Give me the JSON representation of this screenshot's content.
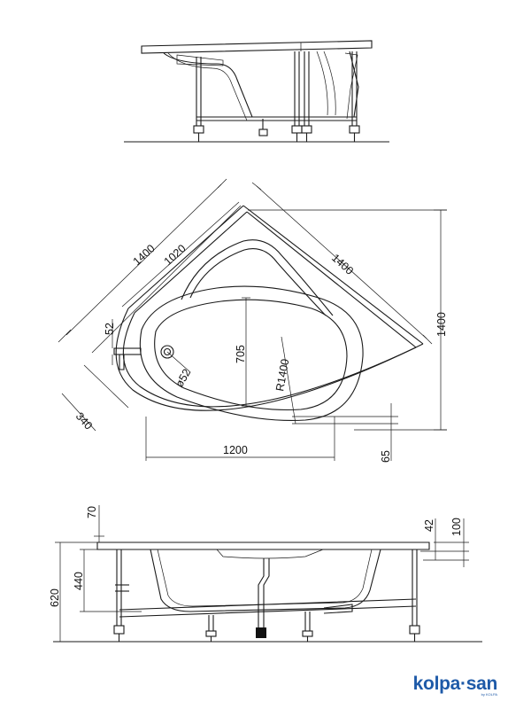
{
  "top_plan": {
    "dim_total_left": "1400",
    "dim_inner_left": "1020",
    "dim_total_right": "1400",
    "dim_height": "1400",
    "dim_52": "52",
    "dim_drain": "ø52",
    "dim_705": "705",
    "dim_radius": "R1400",
    "dim_340": "340",
    "dim_1200": "1200",
    "dim_65": "65"
  },
  "side_view": {
    "dim_70": "70",
    "dim_620": "620",
    "dim_440": "440",
    "dim_42": "42",
    "dim_100": "100"
  },
  "brand": {
    "name": "kolpa·san",
    "sub": "by KOLPA"
  },
  "colors": {
    "line": "#1a1a1a",
    "brand": "#1e5aa8"
  }
}
